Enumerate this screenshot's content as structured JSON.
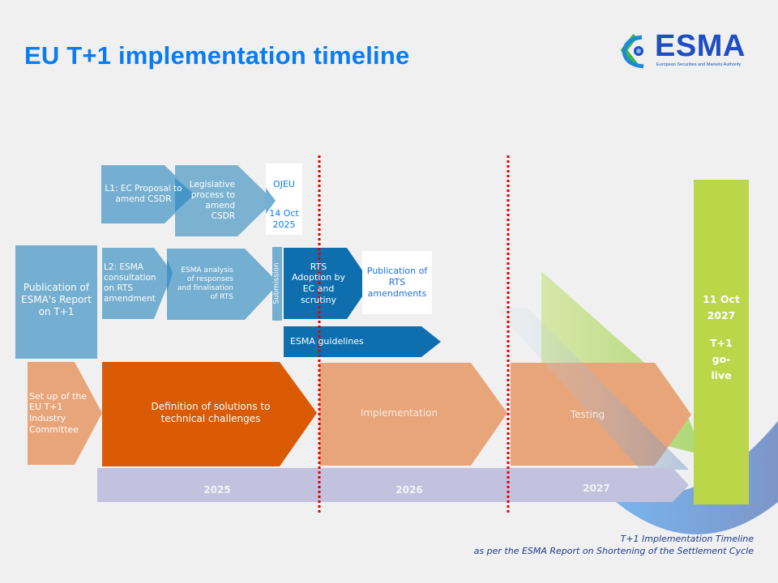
{
  "title": "EU T+1 implementation timeline",
  "logo": {
    "word": "ESMA",
    "subtitle": "European Securities and Markets Authority",
    "icon": "esma-eye-icon"
  },
  "colors": {
    "title_blue": "#0a7cf2",
    "light_blue": "#74aed0",
    "dark_blue": "#0f6fae",
    "orange_dark": "#db5a04",
    "orange_light": "#e8a57a",
    "lavender": "#c2c2de",
    "lime": "#bcd64a",
    "red_dotted": "#e00000"
  },
  "row_l1": {
    "proposal": "L1: EC Proposal to amend CSDR",
    "legislative": "Legislative process to amend CSDR",
    "ojeu_label": "OJEU",
    "ojeu_date": "14 Oct 2025"
  },
  "row_l2": {
    "report": "Publication of ESMA's Report on T+1",
    "consultation": "L2: ESMA consultation on RTS amendment",
    "analysis": "ESMA analysis of responses and finalisation of RTS",
    "submission": "Submission",
    "adoption": "RTS Adoption by EC and scrutiny",
    "publication": "Publication of RTS amendments",
    "guidelines": "ESMA guidelines"
  },
  "row_industry": {
    "setup": "Set up of the EU T+1 Industry Committee",
    "definition": "Definition of solutions to technical challenges",
    "implementation": "Implementation",
    "testing": "Testing"
  },
  "years": [
    "2025",
    "2026",
    "2027"
  ],
  "golive": {
    "date_line1": "11 Oct",
    "date_line2": "2027",
    "label_line1": "T+1",
    "label_line2": "go-",
    "label_line3": "live"
  },
  "caption": {
    "line1": "T+1 Implementation Timeline",
    "line2": "as per the ESMA Report on Shortening of the Settlement Cycle"
  }
}
